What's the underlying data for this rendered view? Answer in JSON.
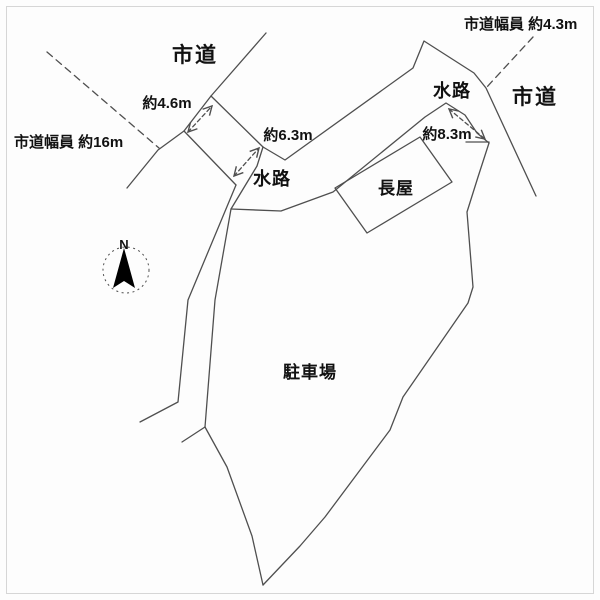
{
  "diagram": {
    "type": "site-plan",
    "labels": {
      "road_upper_left": "市道",
      "road_right": "市道",
      "road_width_left": "市道幅員 約16m",
      "road_width_right": "市道幅員 約4.3m",
      "waterway_upper": "水路",
      "waterway_right": "水路",
      "dim_crossing": "約4.6m",
      "dim_frontage": "約6.3m",
      "dim_east": "約8.3m",
      "building": "長屋",
      "parking_lot": "駐車場",
      "compass_north": "N"
    },
    "colors": {
      "line": "#4f4f4f",
      "text": "#111111",
      "background": "#fdfdfd",
      "north_needle": "#000000",
      "frame": "#d6d6d6"
    }
  }
}
